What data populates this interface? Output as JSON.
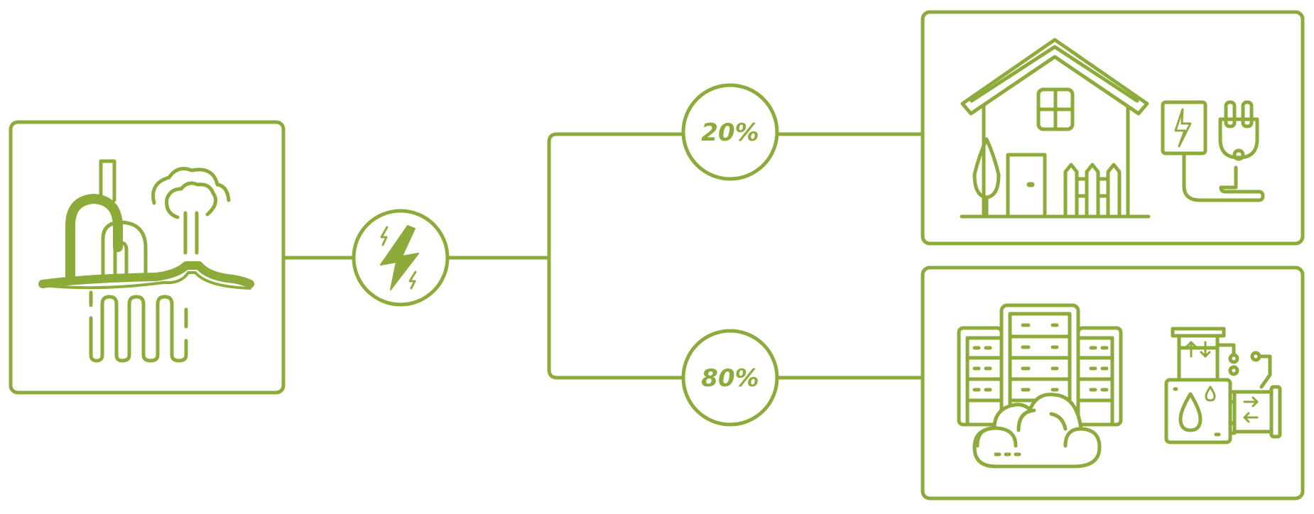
{
  "colors": {
    "accent": "#8cab3a",
    "background": "#ffffff"
  },
  "source": {
    "icon": "geothermal-plant-icon"
  },
  "hub": {
    "icon": "lightning-bolt-icon"
  },
  "branches": [
    {
      "percent_label": "20%",
      "share": 20,
      "target_icons": [
        "house-icon",
        "electric-plug-icon"
      ]
    },
    {
      "percent_label": "80%",
      "share": 80,
      "target_icons": [
        "data-center-icon",
        "industrial-boiler-icon"
      ]
    }
  ]
}
